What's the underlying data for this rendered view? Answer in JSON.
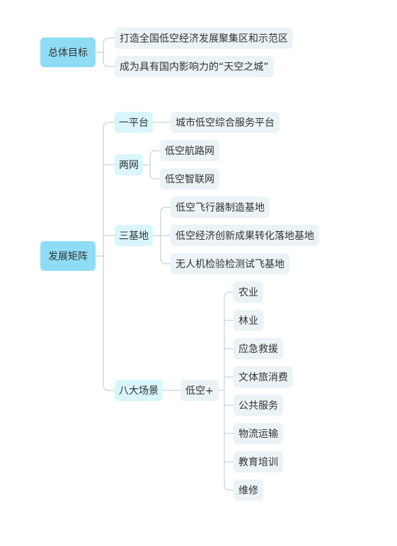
{
  "goal": {
    "title": "总体目标",
    "items": [
      "打造全国低空经济发展聚集区和示范区",
      "成为具有国内影响力的“天空之城”"
    ]
  },
  "matrix": {
    "title": "发展矩阵",
    "platform": {
      "label": "一平台",
      "items": [
        "城市低空综合服务平台"
      ]
    },
    "networks": {
      "label": "两网",
      "items": [
        "低空航路网",
        "低空智联网"
      ]
    },
    "bases": {
      "label": "三基地",
      "items": [
        "低空飞行器制造基地",
        "低空经济创新成果转化落地基地",
        "无人机检验检测试飞基地"
      ]
    },
    "scenes": {
      "label": "八大场景",
      "hub": "低空+",
      "items": [
        "农业",
        "林业",
        "应急救援",
        "文体旅消费",
        "公共服务",
        "物流运输",
        "教育培训",
        "维修"
      ]
    }
  },
  "colors": {
    "root": "#8fdcf5",
    "branch": "#d8f6fb",
    "leaf": "#ebf3f7",
    "line": "#d4d8dc",
    "text": "#333333"
  }
}
